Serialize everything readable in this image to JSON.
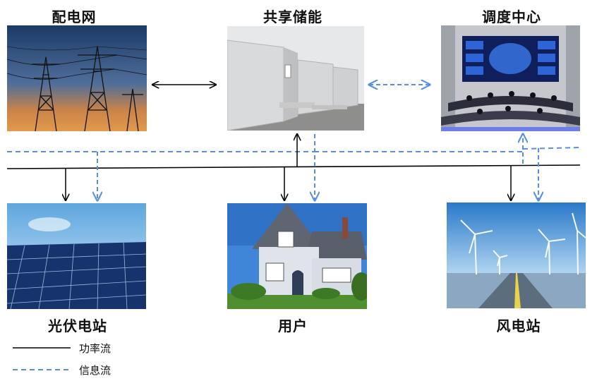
{
  "nodes": {
    "grid": {
      "label": "配电网",
      "icon": "transmission-tower-photo"
    },
    "storage": {
      "label": "共享储能",
      "icon": "battery-container-photo"
    },
    "dispatch": {
      "label": "调度中心",
      "icon": "control-room-photo"
    },
    "pv": {
      "label": "光伏电站",
      "icon": "solar-panel-photo"
    },
    "user": {
      "label": "用户",
      "icon": "house-photo"
    },
    "wind": {
      "label": "风电站",
      "icon": "wind-turbine-photo"
    }
  },
  "legend": {
    "power": {
      "label": "功率流",
      "color": "#000000",
      "style": "solid"
    },
    "info": {
      "label": "信息流",
      "color": "#5b8fd9",
      "style": "dashed"
    }
  }
}
